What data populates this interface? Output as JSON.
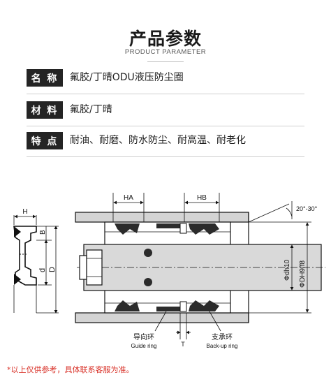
{
  "header": {
    "title": "产品参数",
    "subtitle": "PRODUCT PARAMETER"
  },
  "params": [
    {
      "label": "名 称",
      "value": "氟胶/丁晴ODU液压防尘圈"
    },
    {
      "label": "材 料",
      "value": "氟胶/丁晴"
    },
    {
      "label": "特 点",
      "value": "耐油、耐磨、防水防尘、耐高温、耐老化"
    }
  ],
  "diagram": {
    "labels": {
      "h": "H",
      "b": "B",
      "d": "d",
      "D": "D",
      "ha": "HA",
      "hb": "HB",
      "angle": "20°-30°",
      "dh10": "Φdh10",
      "dh9f8": "ΦDH9/f8",
      "t": "T",
      "guide_cn": "导向环",
      "guide_en": "Guide ring",
      "backup_cn": "支承环",
      "backup_en": "Back-up ring"
    }
  },
  "footer": {
    "note": "*以上仅供参考，具体联系客服为准。"
  },
  "colors": {
    "label_bg": "#242424",
    "note": "#d9342b",
    "housing": "#d4d4d4",
    "seal": "#2b2b2b"
  }
}
